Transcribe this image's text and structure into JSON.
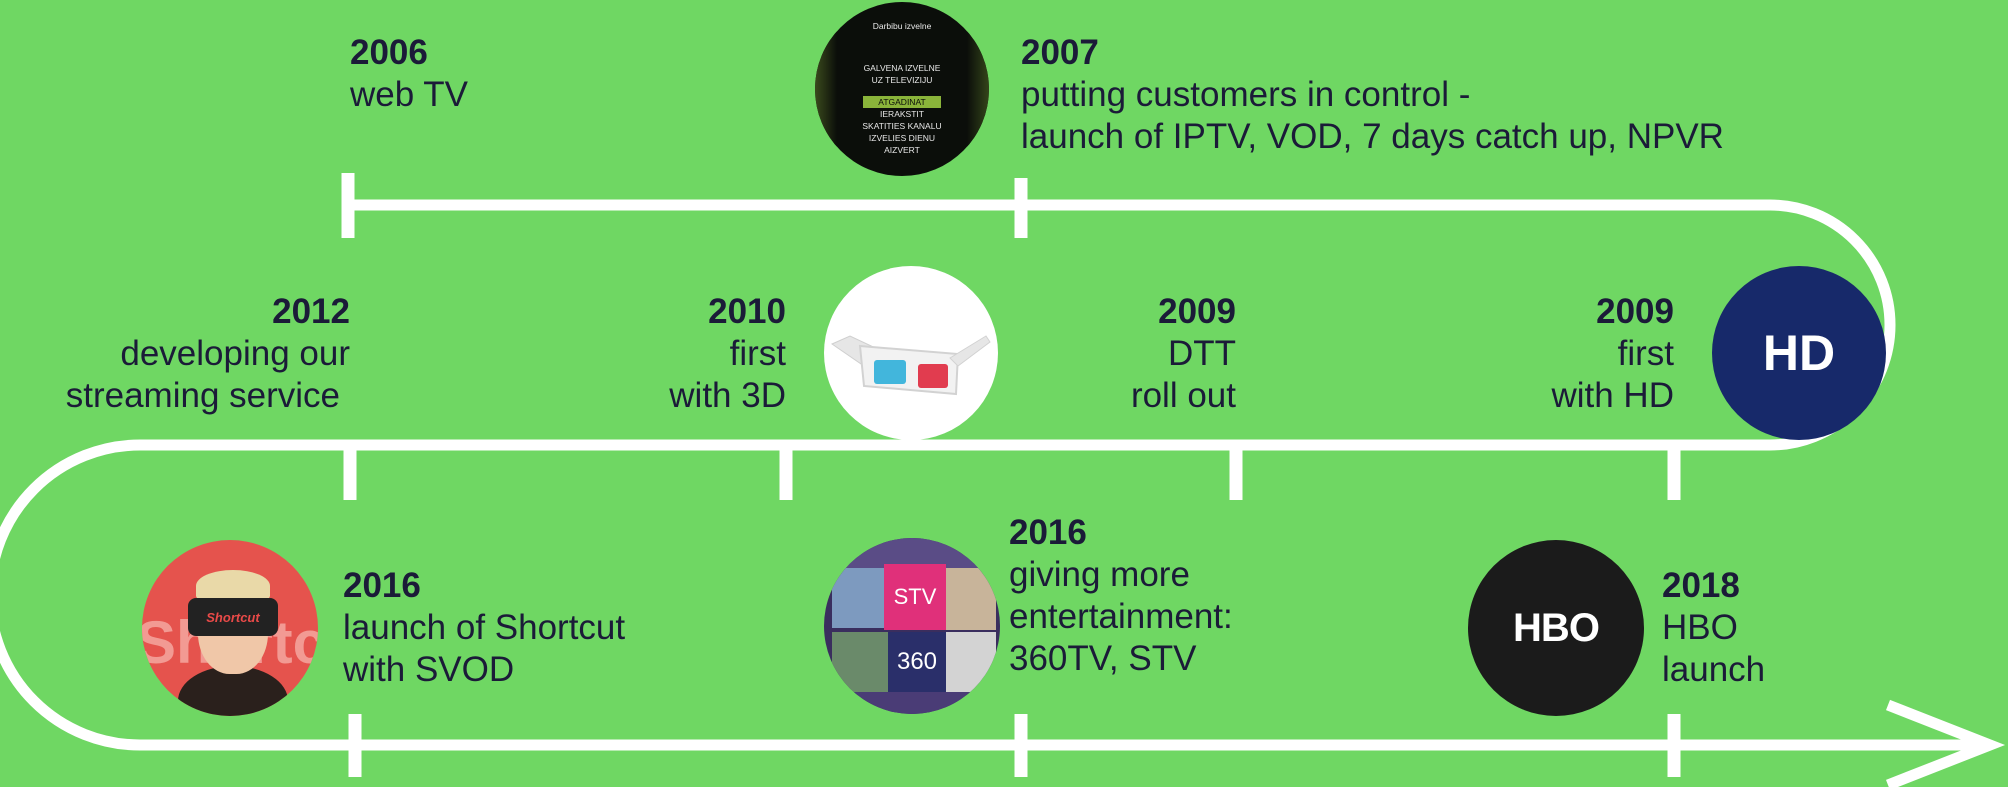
{
  "colors": {
    "background": "#6fd763",
    "track": "#ffffff",
    "text": "#1b1b38",
    "hd_circle": "#17296a",
    "hbo_circle": "#1b1b1b"
  },
  "events": [
    {
      "id": "e2006",
      "year": "2006",
      "lines": [
        "web TV"
      ]
    },
    {
      "id": "e2007",
      "year": "2007",
      "lines": [
        "putting customers in control -",
        "launch of IPTV, VOD, 7 days catch up, NPVR"
      ]
    },
    {
      "id": "e2012",
      "year": "2012",
      "lines": [
        "developing our",
        "streaming service"
      ]
    },
    {
      "id": "e2010",
      "year": "2010",
      "lines": [
        "first",
        "with 3D"
      ]
    },
    {
      "id": "e2009dtt",
      "year": "2009",
      "lines": [
        "DTT",
        "roll out"
      ]
    },
    {
      "id": "e2009hd",
      "year": "2009",
      "lines": [
        "first",
        "with HD"
      ]
    },
    {
      "id": "e2016short",
      "year": "2016",
      "lines": [
        "launch of Shortcut",
        "with SVOD"
      ]
    },
    {
      "id": "e2016ent",
      "year": "2016",
      "lines": [
        "giving more",
        "entertainment:",
        "360TV, STV"
      ]
    },
    {
      "id": "e2018",
      "year": "2018",
      "lines": [
        "HBO",
        "launch"
      ]
    }
  ],
  "images": {
    "tv_menu": {
      "icon": "tv-menu-screen",
      "header": "Darbibu izvelne",
      "items": [
        "GALVENA IZVELNE",
        "UZ TELEVIZIJU",
        "ATGADINAT",
        "IERAKSTIT",
        "SKATITIES KANALU",
        "IZVELIES DIENU",
        "AIZVERT"
      ]
    },
    "glasses_3d": {
      "icon": "3d-glasses-icon"
    },
    "hd": {
      "icon": "hd-logo",
      "text": "HD"
    },
    "shortcut": {
      "icon": "vr-headset-person-photo",
      "headset_text": "Shortcut",
      "backdrop_text": "Shortc"
    },
    "stv": {
      "icon": "tv-channels-photo",
      "tile1": "STV",
      "tile2": "360"
    },
    "hbo": {
      "icon": "hbo-logo",
      "text": "HBO"
    }
  }
}
